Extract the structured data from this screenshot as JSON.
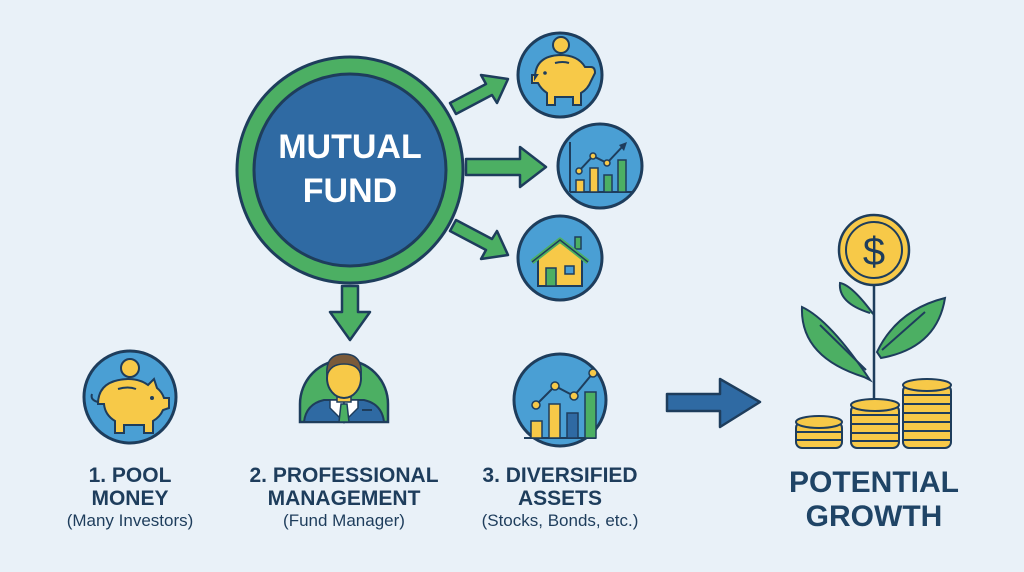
{
  "center": {
    "line1": "MUTUAL",
    "line2": "FUND"
  },
  "top_icons": [
    {
      "name": "piggy-bank-icon"
    },
    {
      "name": "chart-icon"
    },
    {
      "name": "house-icon"
    }
  ],
  "steps": [
    {
      "title1": "1. POOL",
      "title2": "MONEY",
      "subtitle": "(Many Investors)",
      "icon": "piggy-bank-icon"
    },
    {
      "title1": "2. PROFESSIONAL",
      "title2": "MANAGEMENT",
      "subtitle": "(Fund Manager)",
      "icon": "fund-manager-icon"
    },
    {
      "title1": "3. DIVERSIFIED",
      "title2": "ASSETS",
      "subtitle": "(Stocks, Bonds, etc.)",
      "icon": "bar-chart-icon"
    }
  ],
  "result": {
    "line1": "POTENTIAL",
    "line2": "GROWTH",
    "icon": "growth-plant-icon",
    "symbol": "$"
  },
  "colors": {
    "background": "#e9f1f8",
    "navy": "#1e3d5c",
    "blue": "#2f6aa3",
    "light_blue": "#4a9fd4",
    "green": "#4caf63",
    "yellow": "#f7c948"
  }
}
